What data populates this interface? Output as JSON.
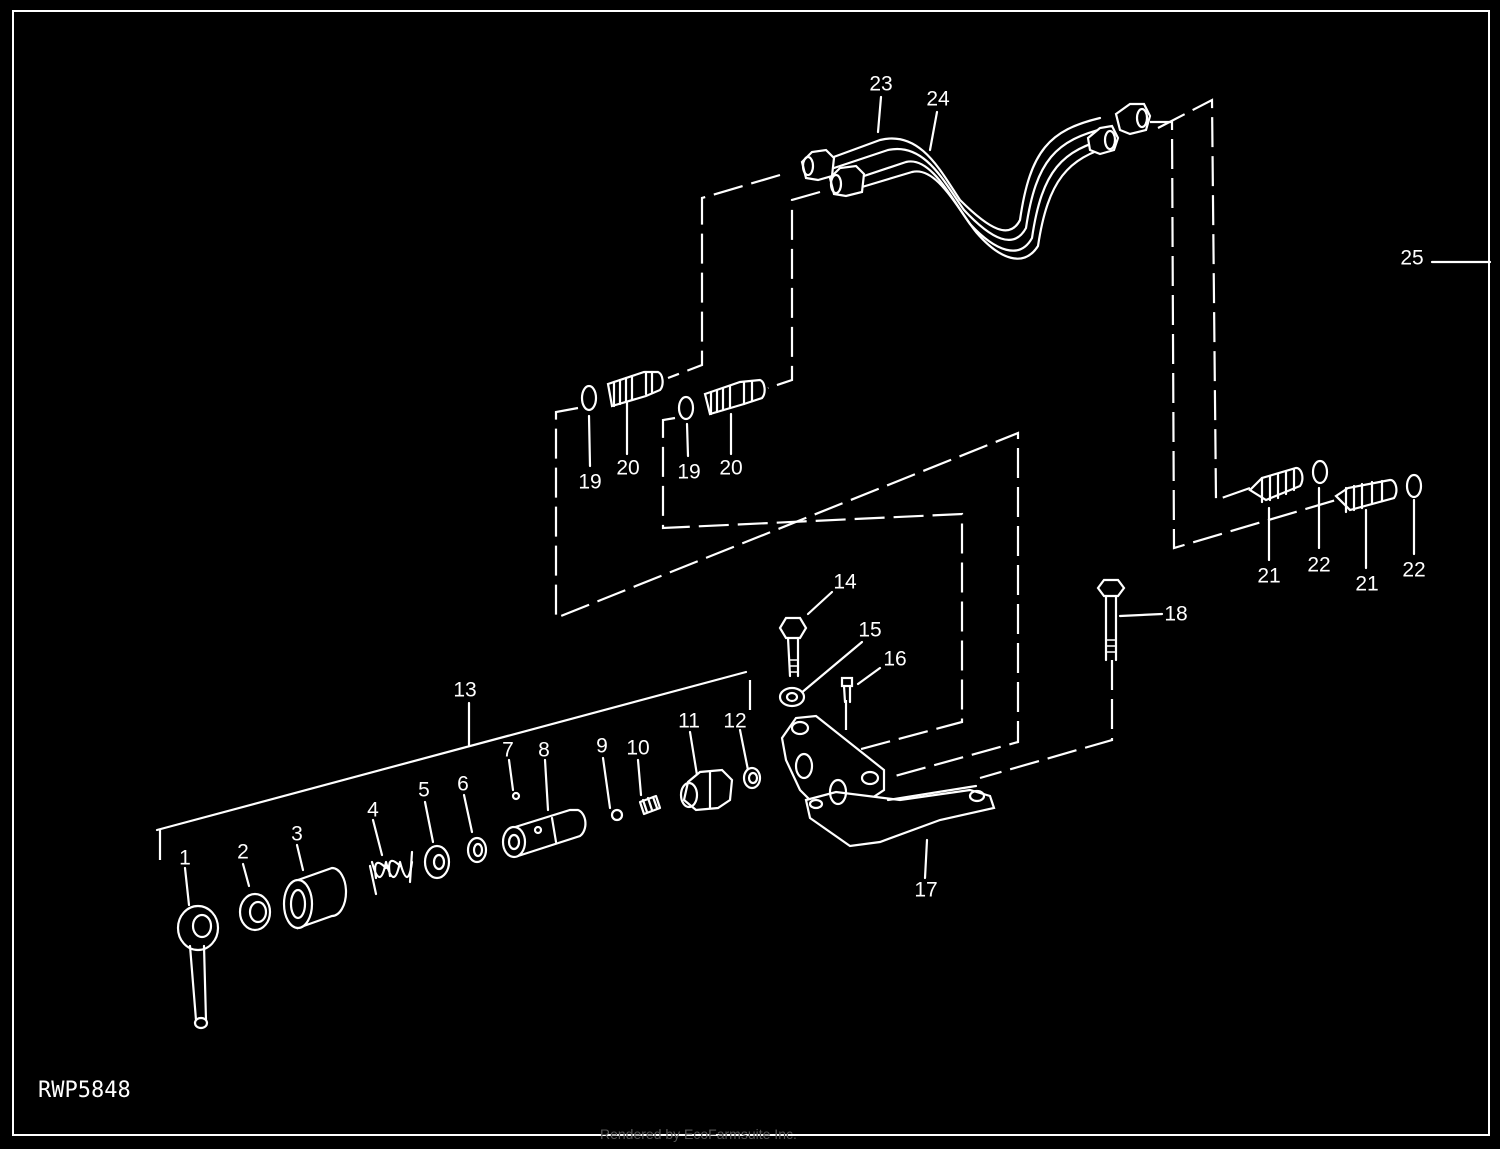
{
  "drawing_code": "RWP5848",
  "footer_text": "Rendered by EcoFarmsuite Inc.",
  "parts": [
    {
      "id": "p1",
      "label": "1"
    },
    {
      "id": "p2",
      "label": "2"
    },
    {
      "id": "p3",
      "label": "3"
    },
    {
      "id": "p4",
      "label": "4"
    },
    {
      "id": "p5",
      "label": "5"
    },
    {
      "id": "p6",
      "label": "6"
    },
    {
      "id": "p7",
      "label": "7"
    },
    {
      "id": "p8",
      "label": "8"
    },
    {
      "id": "p9",
      "label": "9"
    },
    {
      "id": "p10",
      "label": "10"
    },
    {
      "id": "p11",
      "label": "11"
    },
    {
      "id": "p12",
      "label": "12"
    },
    {
      "id": "p13",
      "label": "13"
    },
    {
      "id": "p14",
      "label": "14"
    },
    {
      "id": "p15",
      "label": "15"
    },
    {
      "id": "p16",
      "label": "16"
    },
    {
      "id": "p17",
      "label": "17"
    },
    {
      "id": "p18",
      "label": "18"
    },
    {
      "id": "p19a",
      "label": "19"
    },
    {
      "id": "p19b",
      "label": "19"
    },
    {
      "id": "p20a",
      "label": "20"
    },
    {
      "id": "p20b",
      "label": "20"
    },
    {
      "id": "p21a",
      "label": "21"
    },
    {
      "id": "p21b",
      "label": "21"
    },
    {
      "id": "p22a",
      "label": "22"
    },
    {
      "id": "p22b",
      "label": "22"
    },
    {
      "id": "p23",
      "label": "23"
    },
    {
      "id": "p24",
      "label": "24"
    },
    {
      "id": "p25",
      "label": "25"
    }
  ]
}
